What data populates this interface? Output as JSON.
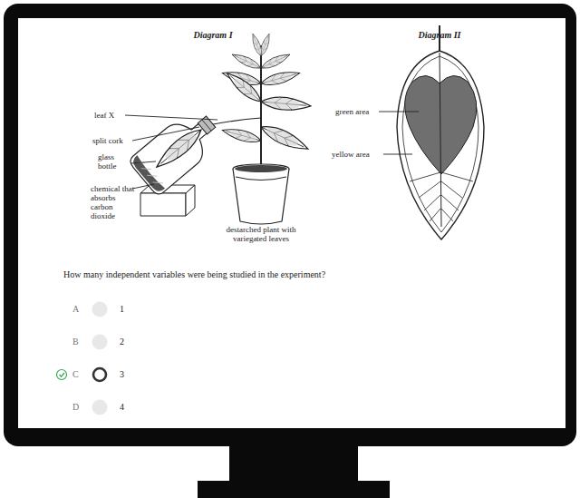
{
  "diagram": {
    "labels": [
      "Diagram I",
      "Diagram II",
      "leaf X",
      "split cork",
      "glass bottle",
      "chemical that absorbs carbon dioxide",
      "destarched plant with variegated leaves",
      "green area",
      "yellow area",
      "How many independent variables were being studied in the experiment?",
      "A",
      "1",
      "B",
      "2",
      "C",
      "3",
      "D",
      "4"
    ]
  }
}
